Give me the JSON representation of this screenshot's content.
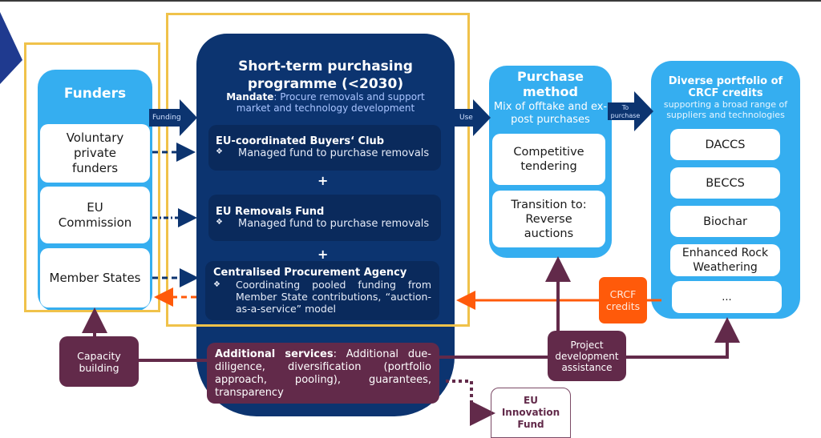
{
  "funders": {
    "title": "Funders",
    "items": [
      "Voluntary private funders",
      "EU Commission",
      "Member States"
    ]
  },
  "arrows": {
    "funding": "Funding",
    "use": "Use",
    "to_purchase": "To purchase"
  },
  "programme": {
    "title_line1": "Short-term purchasing",
    "title_line2": "programme (<2030)",
    "mandate_label": "Mandate",
    "mandate_text": ": Procure removals and support market and technology development",
    "components": [
      {
        "title": "EU-coordinated Buyers‘ Club",
        "bullet": "Managed fund to purchase removals"
      },
      {
        "title": "EU Removals Fund",
        "bullet": "Managed fund to purchase removals"
      },
      {
        "title": "Centralised Procurement Agency",
        "bullet": "Coordinating pooled funding from Member State contributions, “auction-as-a-service” model"
      }
    ],
    "plus": "+",
    "bullet_symbol": "❖",
    "additional_label": "Additional services",
    "additional_text": ": Additional due-diligence, diversification (portfolio approach, pooling), guarantees, transparency"
  },
  "purchase_method": {
    "title_line1": "Purchase",
    "title_line2": "method",
    "subtitle": "Mix of offtake and ex-post purchases",
    "items": [
      "Competitive tendering",
      "Transition to: Reverse auctions"
    ]
  },
  "portfolio": {
    "title": "Diverse portfolio of CRCF credits",
    "subtitle": "supporting a broad range of suppliers and technologies",
    "items": [
      "DACCS",
      "BECCS",
      "Biochar",
      "Enhanced Rock Weathering",
      "..."
    ]
  },
  "crcf_credits": "CRCF credits",
  "capacity_building": "Capacity building",
  "project_assistance": "Project development assistance",
  "innovation_fund": "EU Innovation Fund",
  "colors": {
    "navy": "#0c3470",
    "light_blue": "#35aef0",
    "plum": "#622a4a",
    "orange": "#ff5a0a",
    "yellow": "#f0c24a"
  }
}
